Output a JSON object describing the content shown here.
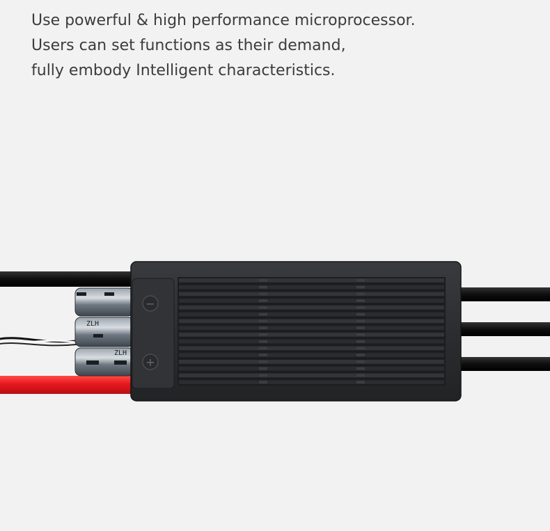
{
  "description": {
    "lines": [
      "Use powerful & high performance microprocessor.",
      "Users can set functions as their demand,",
      "fully embody Intelligent characteristics."
    ]
  },
  "product": {
    "capacitor_label": "ZLH",
    "polarity_negative": "−",
    "polarity_positive": "+",
    "colors": {
      "housing": "#2e2f31",
      "fins": "#1f2022",
      "red_wire": "#e8181e",
      "black_wire": "#111111",
      "background": "#f2f2f2"
    }
  }
}
